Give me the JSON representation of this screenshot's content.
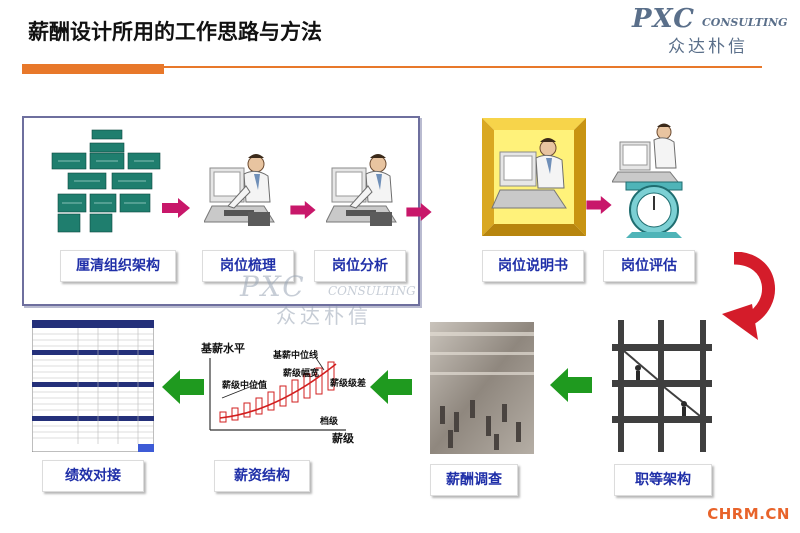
{
  "title": "薪酬设计所用的工作思路与方法",
  "logo": {
    "main": "PXC",
    "sub": "CONSULTING",
    "cn": "众达朴信"
  },
  "watermark": {
    "main": "PXC",
    "sub": "CONSULTING",
    "cn": "众达朴信"
  },
  "steps": [
    {
      "label": "厘清组织架构"
    },
    {
      "label": "岗位梳理"
    },
    {
      "label": "岗位分析"
    },
    {
      "label": "岗位说明书"
    },
    {
      "label": "岗位评估"
    },
    {
      "label": "职等架构"
    },
    {
      "label": "薪酬调查"
    },
    {
      "label": "薪资结构"
    },
    {
      "label": "绩效对接"
    }
  ],
  "salary_chart": {
    "title": "基薪水平",
    "annotations": [
      "基薪中位线",
      "薪级中位值",
      "薪级幅宽",
      "薪级级差",
      "档级"
    ],
    "x_axis_label": "薪级"
  },
  "footer": "CHRM.CN",
  "colors": {
    "accent": "#e8782a",
    "label_text": "#1f2fa8",
    "arrow_magenta": "#c8176a",
    "arrow_green": "#1f9a1f",
    "frame": "#6e6f9e"
  }
}
